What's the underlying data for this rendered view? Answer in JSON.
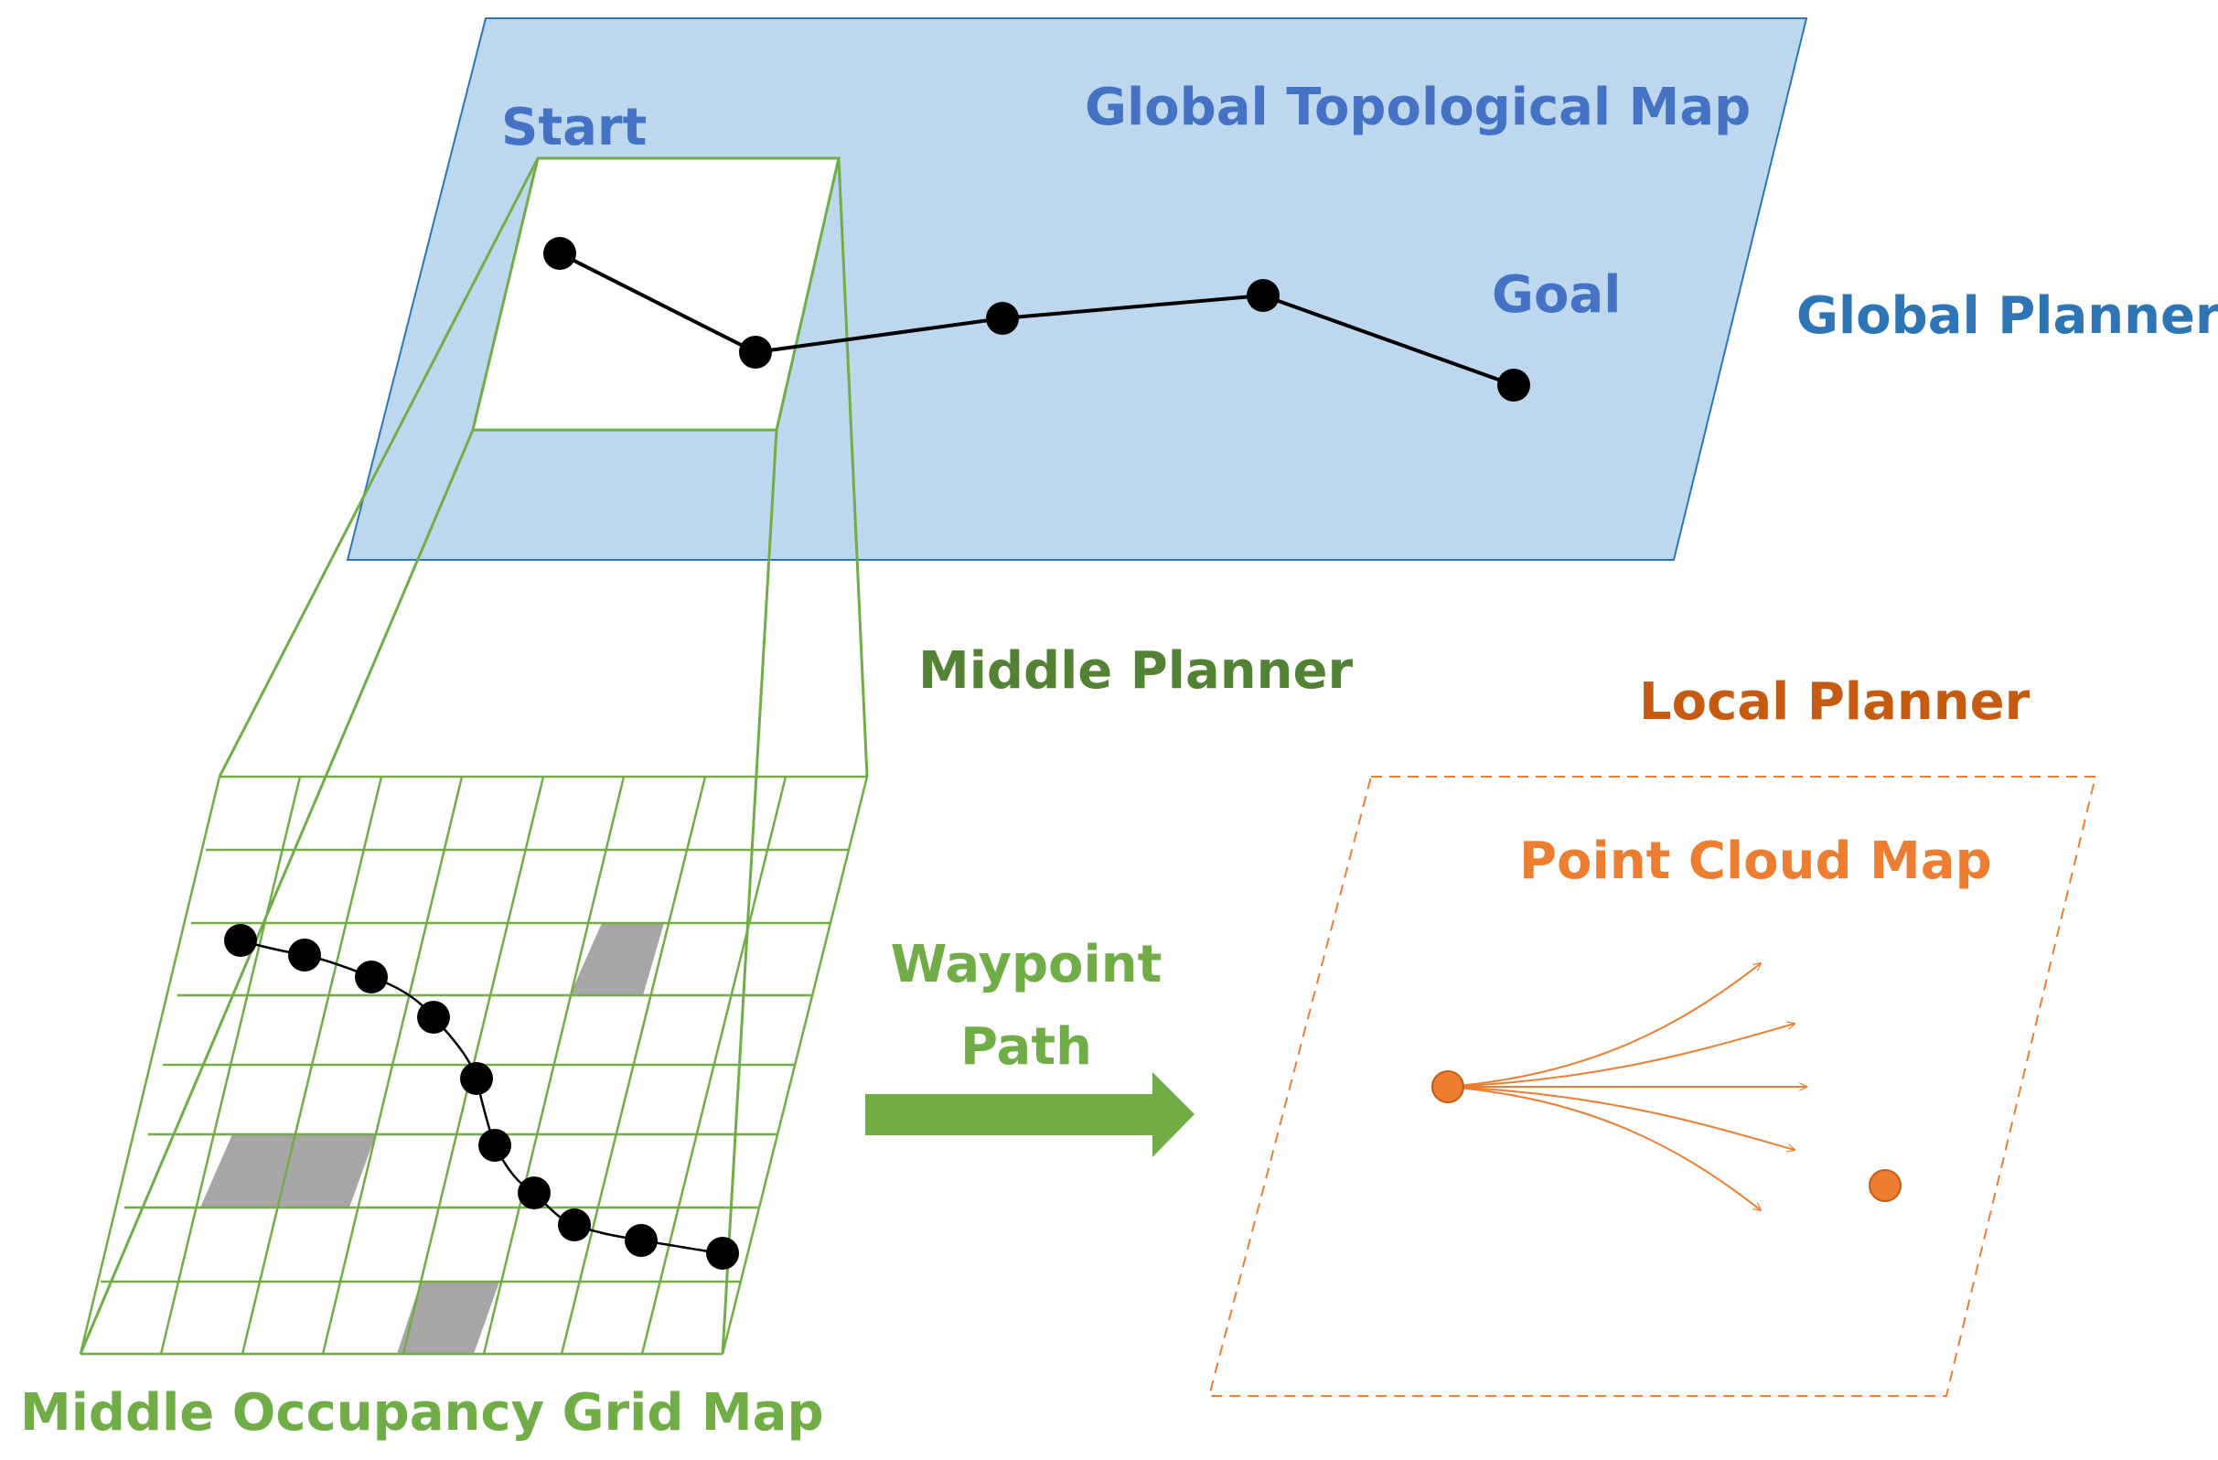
{
  "labels": {
    "start": "Start",
    "global_map": "Global Topological Map",
    "goal": "Goal",
    "global_planner": "Global Planner",
    "middle_planner": "Middle Planner",
    "local_planner": "Local Planner",
    "point_cloud_map": "Point Cloud Map",
    "waypoint": "Waypoint",
    "path": "Path",
    "grid_map": "Middle Occupancy Grid Map"
  },
  "colors": {
    "blue_text": "#4472c4",
    "plane_fill": "#bdd7ee",
    "plane_stroke": "#2e75b6",
    "green": "#70ad47",
    "dark_green": "#548235",
    "orange": "#ed7d31",
    "dark_orange": "#c55a11",
    "obstacle": "#a6a6a6",
    "node": "#000000"
  }
}
